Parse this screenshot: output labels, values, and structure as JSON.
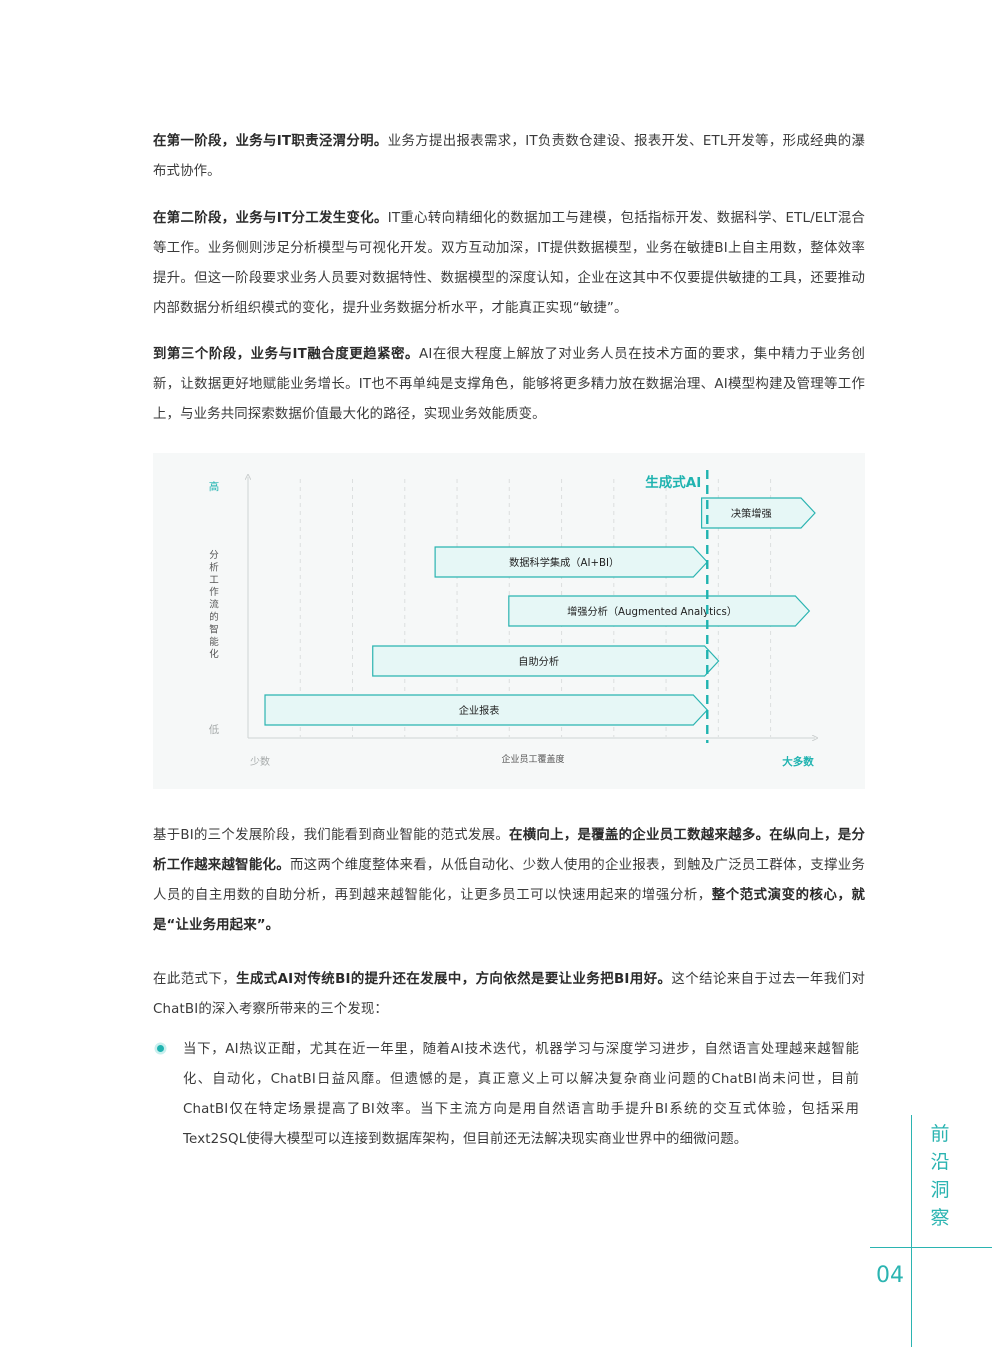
{
  "paragraphs": {
    "p1": {
      "bold": "在第一阶段，业务与IT职责泾渭分明。",
      "text": "业务方提出报表需求，IT负责数仓建设、报表开发、ETL开发等，形成经典的瀑布式协作。"
    },
    "p2": {
      "bold": "在第二阶段，业务与IT分工发生变化。",
      "text": "IT重心转向精细化的数据加工与建模，包括指标开发、数据科学、ETL/ELT混合等工作。业务侧则涉足分析模型与可视化开发。双方互动加深，IT提供数据模型，业务在敏捷BI上自主用数，整体效率提升。但这一阶段要求业务人员要对数据特性、数据模型的深度认知，企业在这其中不仅要提供敏捷的工具，还要推动内部数据分析组织模式的变化，提升业务数据分析水平，才能真正实现“敏捷”。"
    },
    "p3": {
      "bold": "到第三个阶段，业务与IT融合度更趋紧密。",
      "text": "AI在很大程度上解放了对业务人员在技术方面的要求，集中精力于业务创新，让数据更好地赋能业务增长。IT也不再单纯是支撑角色，能够将更多精力放在数据治理、AI模型构建及管理等工作上，与业务共同探索数据价值最大化的路径，实现业务效能质变。"
    },
    "p4": {
      "t1": "基于BI的三个发展阶段，我们能看到商业智能的范式发展。",
      "b1": "在横向上，是覆盖的企业员工数越来越多。在纵向上，是分析工作越来越智能化。",
      "t2": "而这两个维度整体来看，从低自动化、少数人使用的企业报表，到触及广泛员工群体，支撑业务人员的自主用数的自助分析，再到越来越智能化，让更多员工可以快速用起来的增强分析，",
      "b2": "整个范式演变的核心，就是“让业务用起来”。"
    },
    "p5": {
      "t1": "在此范式下，",
      "b1": "生成式AI对传统BI的提升还在发展中，方向依然是要让业务把BI用好。",
      "t2": "这个结论来自于过去一年我们对ChatBI的深入考察所带来的三个发现："
    }
  },
  "bullet": {
    "text": "当下，AI热议正酣，尤其在近一年里，随着AI技术迭代，机器学习与深度学习进步，自然语言处理越来越智能化、自动化，ChatBI日益风靡。但遗憾的是，真正意义上可以解决复杂商业问题的ChatBI尚未问世，目前ChatBI仅在特定场景提高了BI效率。当下主流方向是用自然语言助手提升BI系统的交互式体验，包括采用Text2SQL使得大模型可以连接到数据库架构，但目前还无法解决现实商业世界中的细微问题。"
  },
  "chart_data": {
    "type": "gantt",
    "y_axis": {
      "label": "分析工作流的智能化",
      "top": "高",
      "bottom": "低"
    },
    "x_axis": {
      "label": "企业员工覆盖度",
      "left": "少数",
      "right": "大多数"
    },
    "marker": {
      "label": "生成式AI"
    },
    "bars": [
      {
        "label": "决策增强",
        "start": 0.8,
        "end": 1.0
      },
      {
        "label": "数据科学集成（AI+BI）",
        "start": 0.33,
        "end": 0.81
      },
      {
        "label": "增强分析（Augmented Analytics）",
        "start": 0.46,
        "end": 0.99
      },
      {
        "label": "自助分析",
        "start": 0.22,
        "end": 0.83
      },
      {
        "label": "企业报表",
        "start": 0.03,
        "end": 0.81
      }
    ],
    "marker_position": 0.81,
    "colors": {
      "accent": "#1fb3b0",
      "bar_fill": "#e6f7f6",
      "bar_stroke": "#2bb4b1",
      "label_text": "#26aaa7"
    }
  },
  "side": {
    "title": "前沿洞察",
    "page_number": "04"
  }
}
